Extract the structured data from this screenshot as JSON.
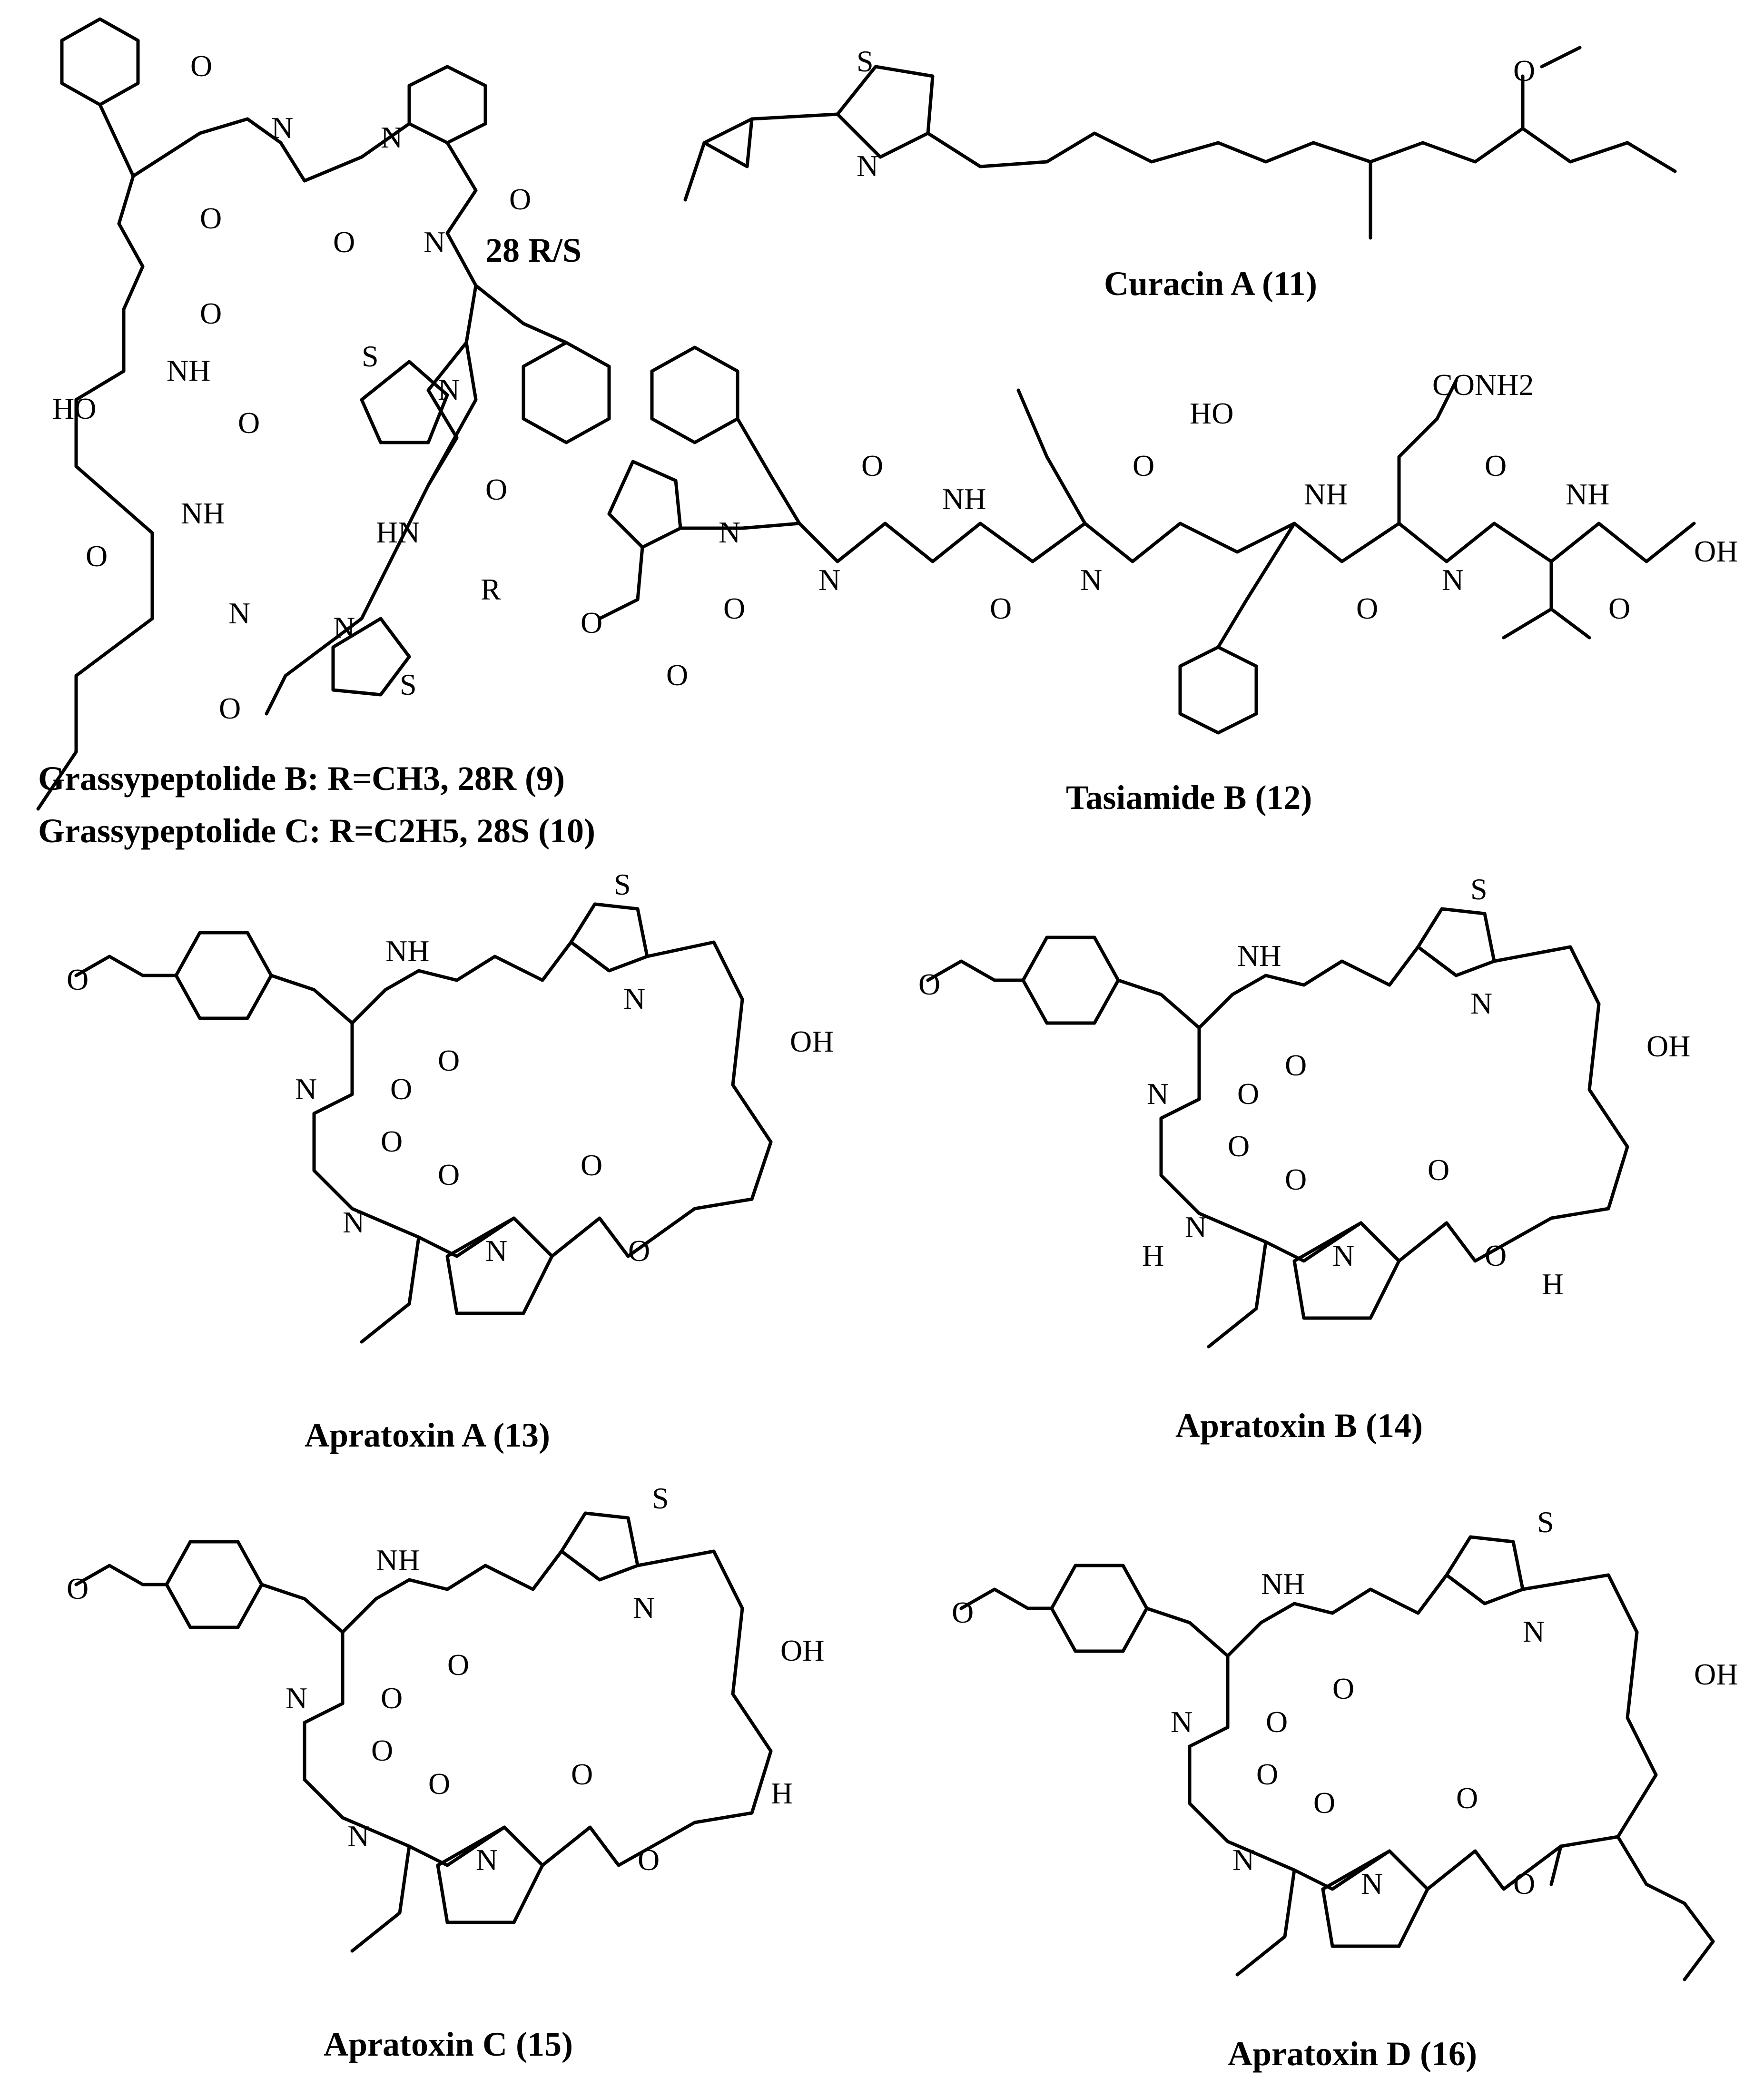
{
  "captions": {
    "grassy_b": "Grassypeptolide B: R=CH3, 28R   (9)",
    "grassy_c": "Grassypeptolide C: R=C2H5, 28S (10)",
    "curacin": "Curacin A (11)",
    "tasiamide": "Tasiamide B (12)",
    "apra_a": "Apratoxin A (13)",
    "apra_b": "Apratoxin B (14)",
    "apra_c": "Apratoxin C (15)",
    "apra_d": "Apratoxin D (16)"
  },
  "labels": {
    "O": "O",
    "N": "N",
    "S": "S",
    "NH": "NH",
    "H": "H",
    "HN": "HN",
    "HO": "HO",
    "OH": "OH",
    "R": "R",
    "rs": "28 R/S",
    "conh2": "CONH2"
  }
}
